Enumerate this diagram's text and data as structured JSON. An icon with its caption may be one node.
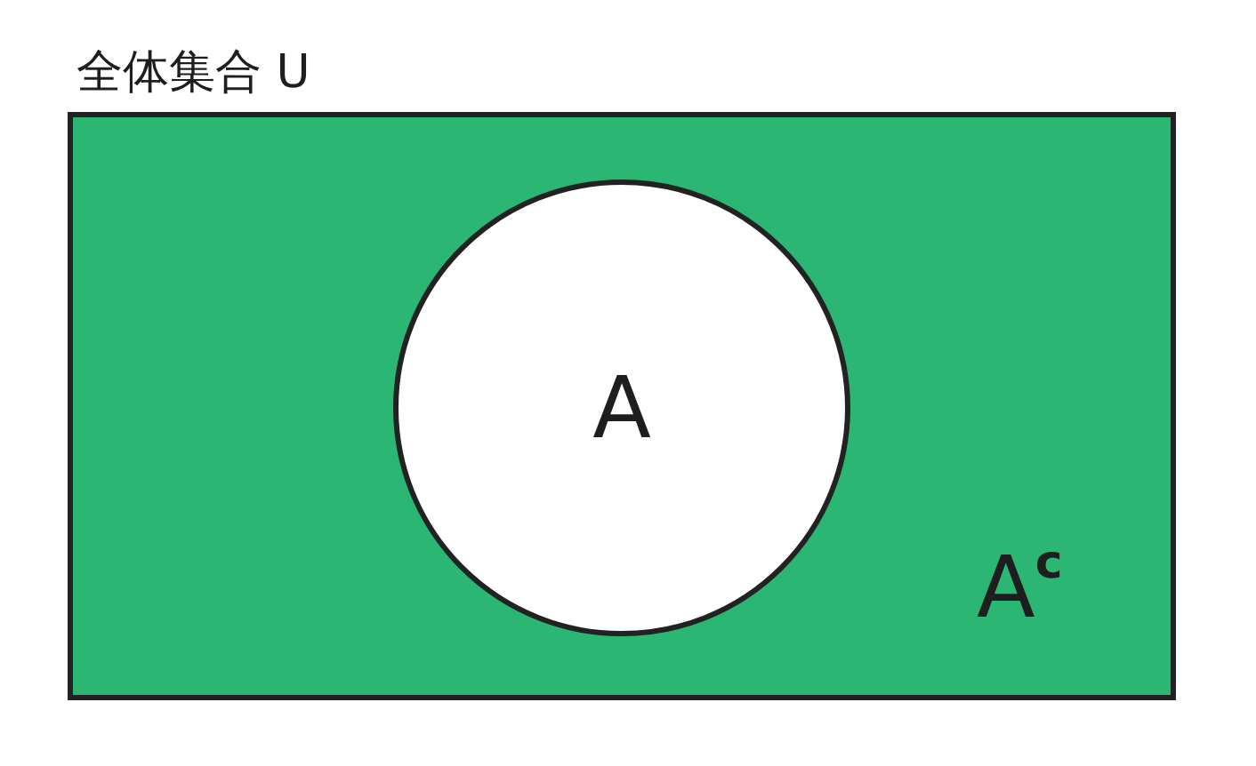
{
  "diagram": {
    "nodes": [
      {
        "text": [
          "全体集合 U",
          "A$^{c}$"
        ]
      },
      {
        "text": [
          "A"
        ],
        "in": 0
      }
    ]
  }
}
